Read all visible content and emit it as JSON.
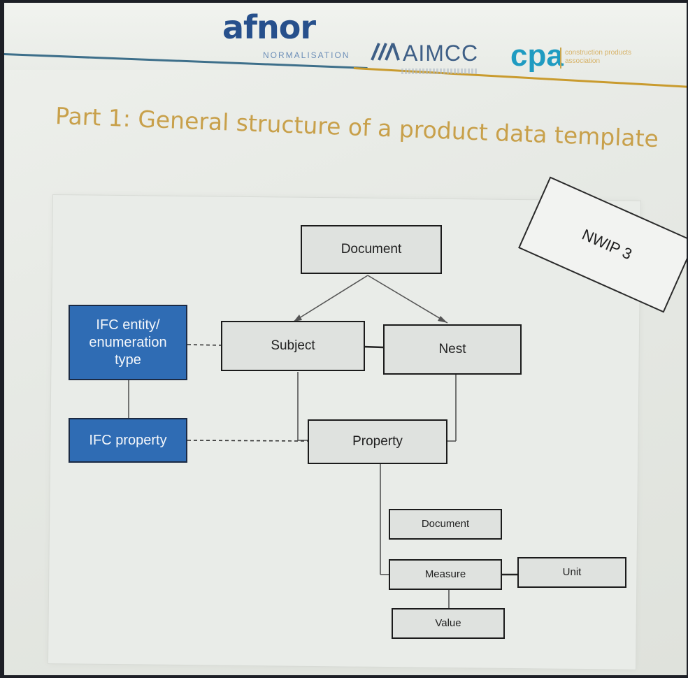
{
  "header": {
    "logo_afnor": "afnor",
    "logo_afnor_sub": "NORMALISATION",
    "logo_aimcc": "AIMCC",
    "logo_cpa": "cpa",
    "logo_cpa_sub": "construction products association",
    "afnor_color": "#27508c",
    "cpa_color": "#1f9bc1",
    "rule_colors": [
      "#3d6f8a",
      "#c99b2e"
    ]
  },
  "title": "Part 1: General structure of a product data template",
  "title_color": "#c8a04a",
  "diagram": {
    "badge": "NWIP 3",
    "nodes": {
      "document_top": "Document",
      "subject": "Subject",
      "nest": "Nest",
      "ifc_entity": [
        "IFC entity/",
        "enumeration",
        "type"
      ],
      "ifc_property": "IFC property",
      "property": "Property",
      "document_sub": "Document",
      "measure": "Measure",
      "unit": "Unit",
      "value": "Value"
    },
    "ifc_box_color": "#2f6cb4"
  }
}
